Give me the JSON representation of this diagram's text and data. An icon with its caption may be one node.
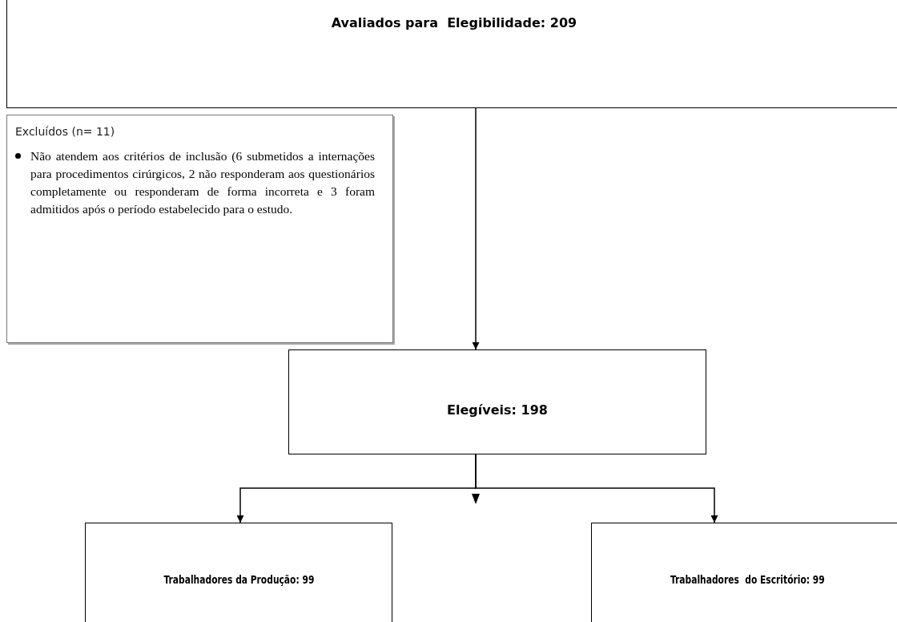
{
  "diagram": {
    "nodes": [
      {
        "text": [
          "Avaliados para  Elegibilidade: 209"
        ]
      },
      {
        "text": [
          "Excluídos (n= 11)",
          "Não atendem aos critérios de inclusão (6 submetidos a internações para procedimentos cirúrgicos, 2 não responderam aos questionários completamente ou responderam de forma incorreta e 3 foram admitidos após o período estabelecido para o estudo."
        ]
      },
      {
        "text": [
          "Elegíveis: 198"
        ]
      },
      {
        "text": [
          "Trabalhadores da Produção: 99"
        ]
      },
      {
        "text": [
          "Trabalhadores  do Escritório: 99"
        ]
      }
    ],
    "edges": [
      {
        "from": 0,
        "to": 2,
        "arrow": "to"
      },
      {
        "from": 2,
        "to": 3,
        "arrow": "to"
      },
      {
        "from": 2,
        "to": 4,
        "arrow": "to"
      }
    ]
  }
}
